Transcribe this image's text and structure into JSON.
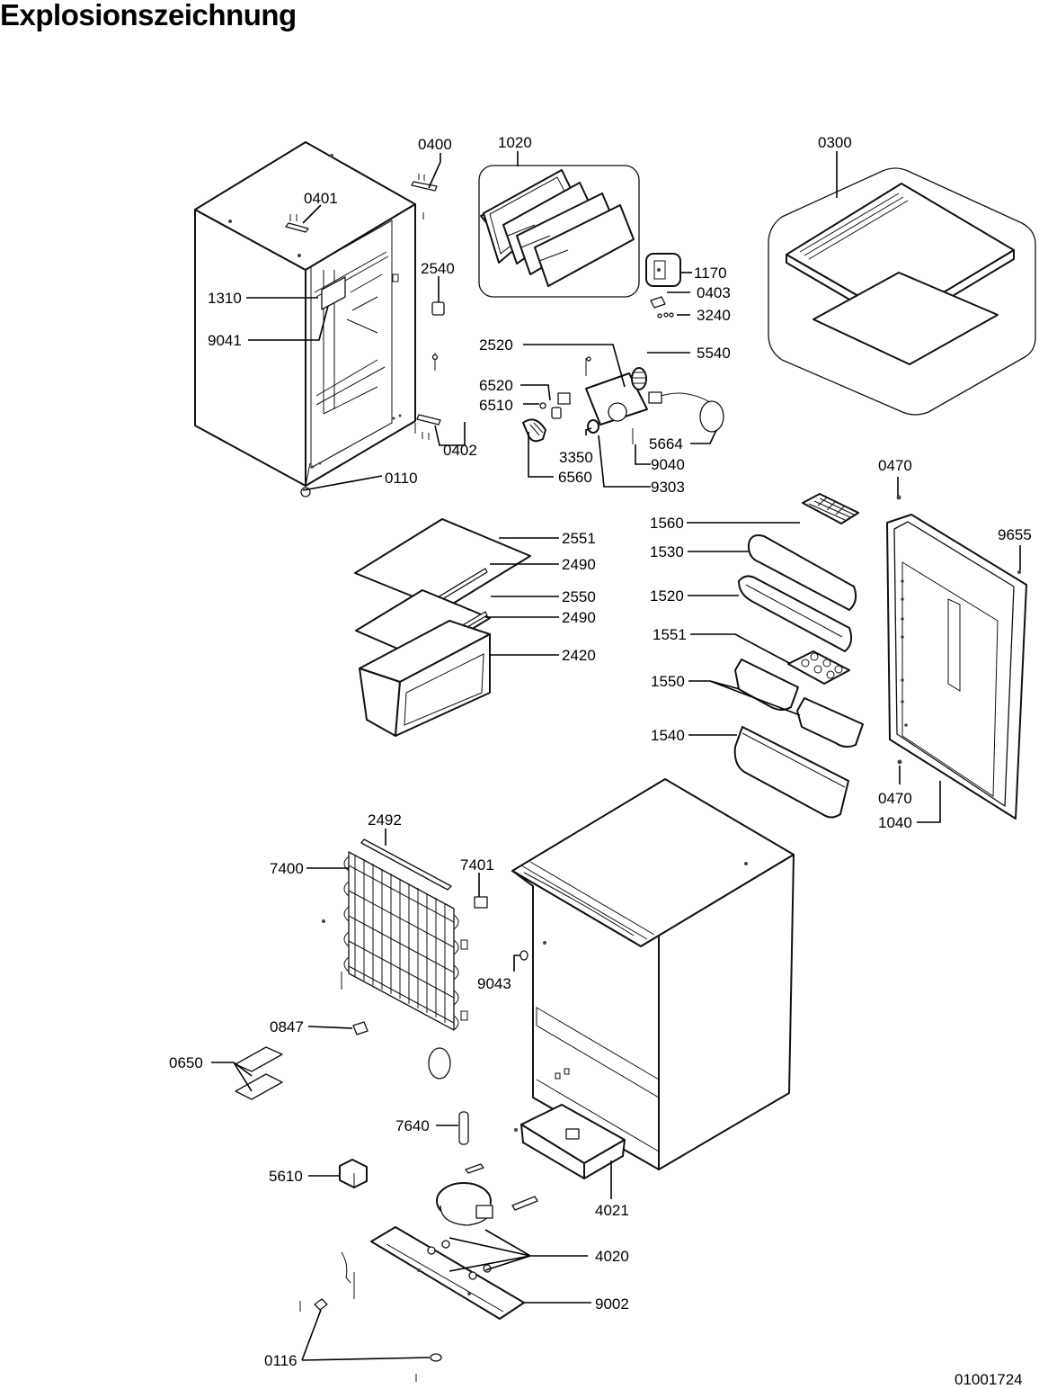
{
  "title": "Explosionszeichnung",
  "document_number": "01001724",
  "callouts": {
    "c0400": "0400",
    "c1020": "1020",
    "c0300": "0300",
    "c0401": "0401",
    "c2540": "2540",
    "c1310": "1310",
    "c9041": "9041",
    "c1170": "1170",
    "c0403": "0403",
    "c3240": "3240",
    "c2520": "2520",
    "c5540": "5540",
    "c6520": "6520",
    "c6510": "6510",
    "c0402": "0402",
    "c3350": "3350",
    "c5664": "5664",
    "c9040": "9040",
    "c0110": "0110",
    "c6560": "6560",
    "c9303": "9303",
    "c0470a": "0470",
    "c1560": "1560",
    "c9655": "9655",
    "c2551": "2551",
    "c1530": "1530",
    "c2490a": "2490",
    "c1520": "1520",
    "c2550": "2550",
    "c2490b": "2490",
    "c1551": "1551",
    "c2420": "2420",
    "c1550": "1550",
    "c1540": "1540",
    "c0470b": "0470",
    "c1040": "1040",
    "c2492": "2492",
    "c7400": "7400",
    "c7401": "7401",
    "c9043": "9043",
    "c0847": "0847",
    "c0650": "0650",
    "c7640": "7640",
    "c5610": "5610",
    "c4021": "4021",
    "c4020": "4020",
    "c9002": "9002",
    "c0116": "0116"
  }
}
